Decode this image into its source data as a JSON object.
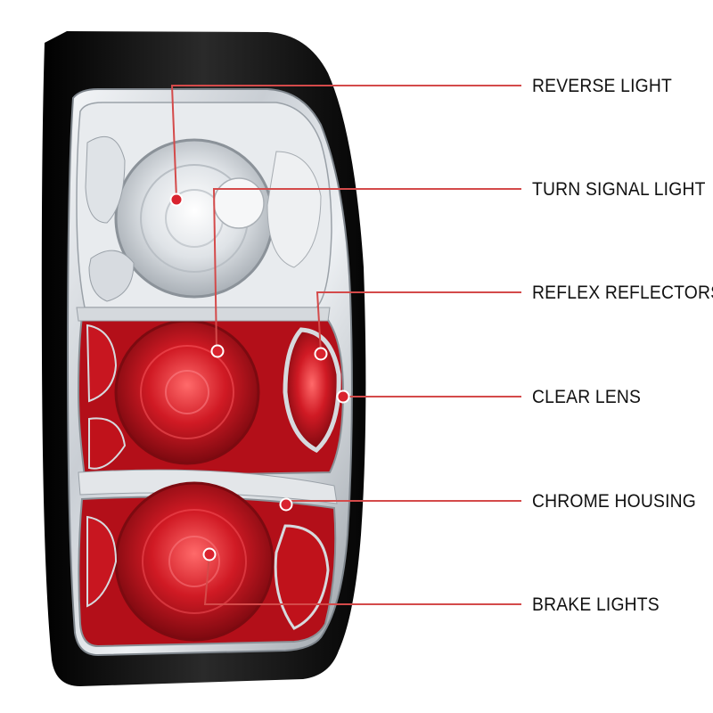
{
  "colors": {
    "accent_red": "#d9232e",
    "leader_line": "#d44a4a",
    "label_text": "#111111",
    "housing_black": "#0d0d0d",
    "chrome": "#d9dde2",
    "lens_red": "#c4111c"
  },
  "callouts": [
    {
      "id": "reverse-light",
      "label": "REVERSE LIGHT"
    },
    {
      "id": "turn-signal-light",
      "label": "TURN SIGNAL LIGHT"
    },
    {
      "id": "reflex-reflectors",
      "label": "REFLEX REFLECTORS"
    },
    {
      "id": "clear-lens",
      "label": "CLEAR LENS"
    },
    {
      "id": "chrome-housing",
      "label": "CHROME HOUSING"
    },
    {
      "id": "brake-lights",
      "label": "BRAKE LIGHTS"
    }
  ]
}
